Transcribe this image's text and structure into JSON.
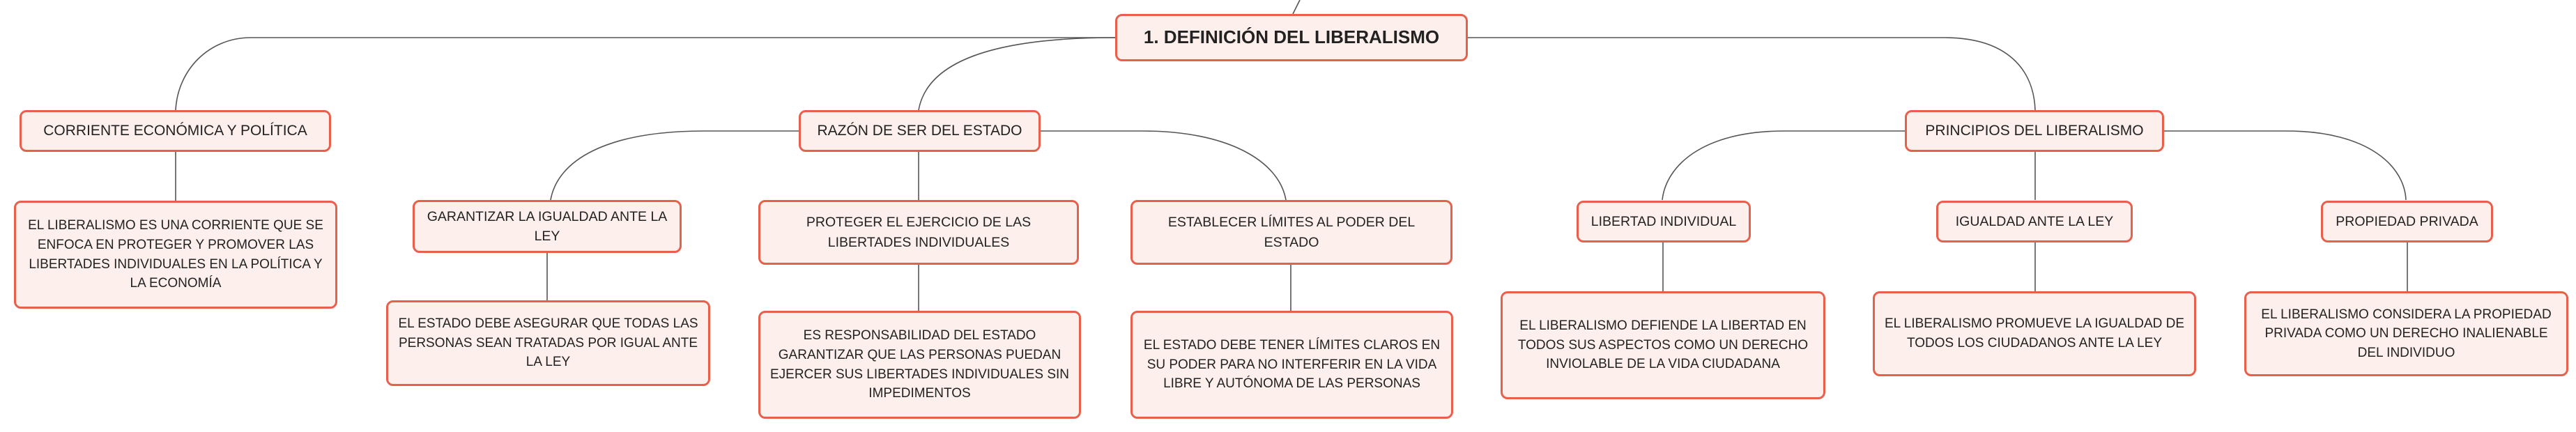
{
  "root": {
    "label": "1. DEFINICIÓN DEL LIBERALISMO"
  },
  "branches": [
    {
      "label": "CORRIENTE ECONÓMICA Y POLÍTICA",
      "children": [],
      "detail": "EL LIBERALISMO ES UNA CORRIENTE QUE SE ENFOCA EN PROTEGER Y PROMOVER LAS LIBERTADES INDIVIDUALES EN LA POLÍTICA Y LA ECONOMÍA"
    },
    {
      "label": "RAZÓN DE SER DEL ESTADO",
      "children": [
        {
          "label": "GARANTIZAR LA IGUALDAD ANTE LA LEY",
          "detail": "EL ESTADO DEBE ASEGURAR QUE TODAS LAS PERSONAS SEAN TRATADAS POR IGUAL ANTE LA LEY"
        },
        {
          "label": "PROTEGER EL EJERCICIO DE LAS LIBERTADES INDIVIDUALES",
          "detail": "ES RESPONSABILIDAD DEL ESTADO GARANTIZAR QUE LAS PERSONAS PUEDAN EJERCER SUS LIBERTADES INDIVIDUALES SIN IMPEDIMENTOS"
        },
        {
          "label": "ESTABLECER LÍMITES AL PODER DEL ESTADO",
          "detail": "EL ESTADO DEBE TENER LÍMITES CLAROS EN SU PODER PARA NO INTERFERIR EN LA VIDA LIBRE Y AUTÓNOMA DE LAS PERSONAS"
        }
      ]
    },
    {
      "label": "PRINCIPIOS DEL LIBERALISMO",
      "children": [
        {
          "label": "LIBERTAD INDIVIDUAL",
          "detail": "EL LIBERALISMO DEFIENDE LA LIBERTAD EN TODOS SUS ASPECTOS COMO UN DERECHO INVIOLABLE DE LA VIDA CIUDADANA"
        },
        {
          "label": "IGUALDAD ANTE LA LEY",
          "detail": "EL LIBERALISMO PROMUEVE LA IGUALDAD DE TODOS LOS CIUDADANOS ANTE LA LEY"
        },
        {
          "label": "PROPIEDAD PRIVADA",
          "detail": "EL LIBERALISMO CONSIDERA LA PROPIEDAD PRIVADA COMO UN DERECHO INALIENABLE DEL INDIVIDUO"
        }
      ]
    }
  ],
  "colors": {
    "border": "#e8604c",
    "fill": "#fdf0ec",
    "line": "#555555",
    "text": "#222222"
  }
}
